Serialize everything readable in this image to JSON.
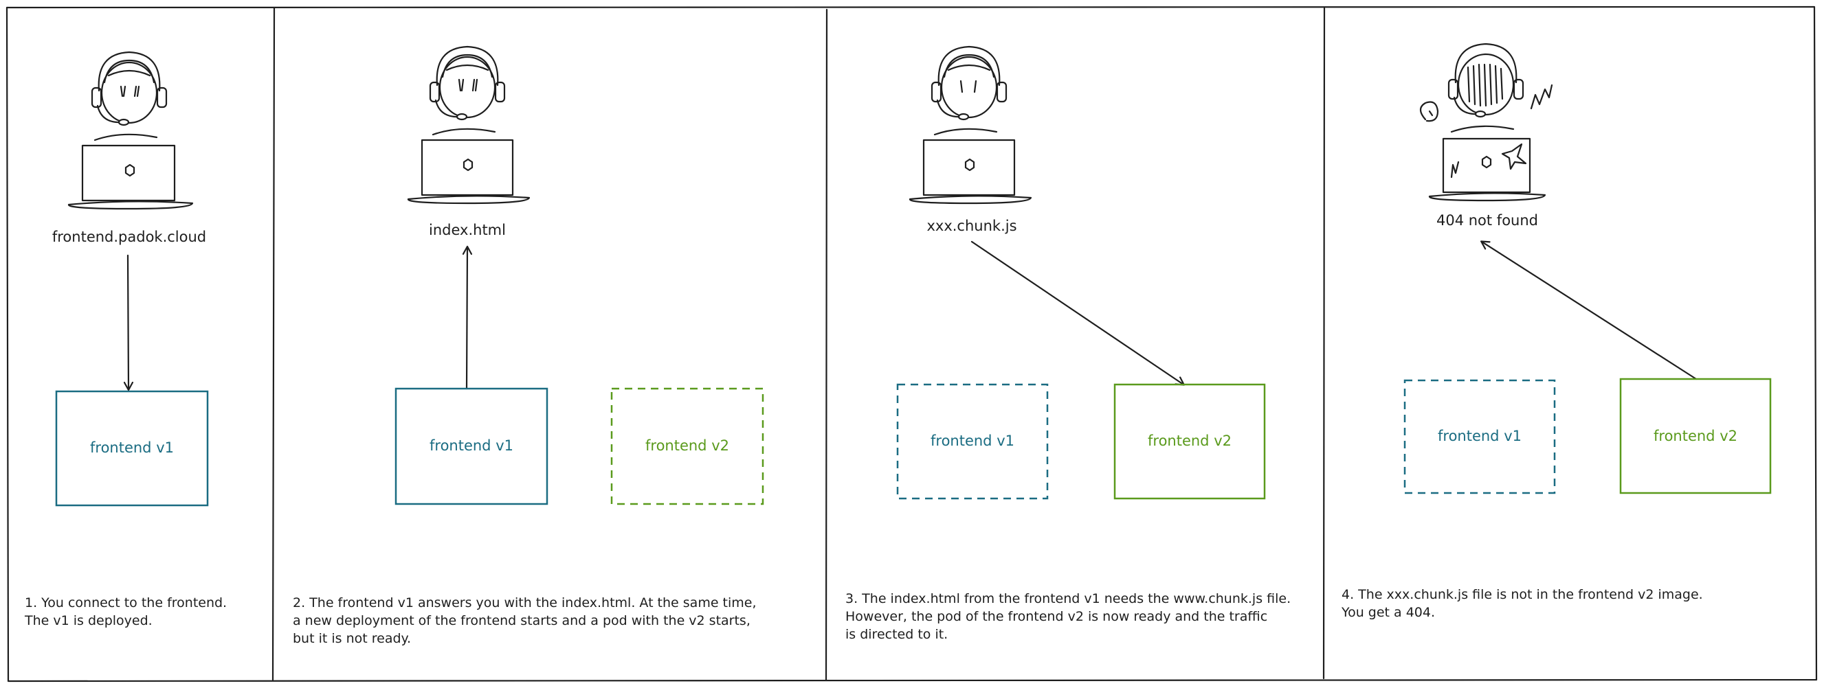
{
  "colors": {
    "ink": "#1e1e1e",
    "v1": "#1a6c82",
    "v2": "#5a9a1c",
    "background": "#ffffff"
  },
  "panels": [
    {
      "label": "frontend.padok.cloud",
      "boxes": [
        {
          "text": "frontend v1",
          "version": "v1",
          "style": "solid"
        }
      ],
      "caption": [
        "1. You connect to the frontend.",
        "The v1 is deployed."
      ]
    },
    {
      "label": "index.html",
      "boxes": [
        {
          "text": "frontend v1",
          "version": "v1",
          "style": "solid"
        },
        {
          "text": "frontend v2",
          "version": "v2",
          "style": "dashed"
        }
      ],
      "caption": [
        "2. The frontend v1 answers you with the index.html. At the same time,",
        "a new deployment of the frontend starts and a pod with the v2 starts,",
        "but it is not ready."
      ]
    },
    {
      "label": "xxx.chunk.js",
      "boxes": [
        {
          "text": "frontend v1",
          "version": "v1",
          "style": "dashed"
        },
        {
          "text": "frontend v2",
          "version": "v2",
          "style": "solid"
        }
      ],
      "caption": [
        "3. The index.html from the frontend v1 needs the www.chunk.js file.",
        "However, the pod of the frontend v2 is now ready and the traffic",
        "is directed to it."
      ]
    },
    {
      "label": "404 not found",
      "boxes": [
        {
          "text": "frontend v1",
          "version": "v1",
          "style": "dashed"
        },
        {
          "text": "frontend v2",
          "version": "v2",
          "style": "solid"
        }
      ],
      "caption": [
        "4. The xxx.chunk.js file is not in the frontend v2 image.",
        "You get a 404."
      ]
    }
  ]
}
